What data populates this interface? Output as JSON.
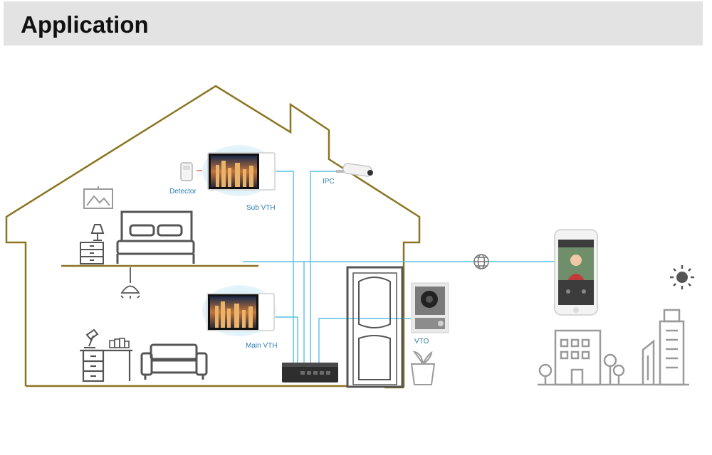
{
  "header": {
    "title": "Application"
  },
  "labels": {
    "detector": "Detector",
    "sub_vth": "Sub VTH",
    "ipc": "IPC",
    "main_vth": "Main VTH",
    "vto": "VTO"
  },
  "colors": {
    "house_outline": "#8a7420",
    "cable": "#58bfe0",
    "icon_gray": "#9a9a9a",
    "dark_gray": "#555555",
    "label_blue": "#2f7fb0",
    "header_bg": "#e3e3e3"
  },
  "icons": [
    "picture-frame-icon",
    "table-lamp-icon",
    "nightstand-icon",
    "bed-icon",
    "ceiling-lamp-icon",
    "desk-lamp-icon",
    "books-icon",
    "desk-icon",
    "sofa-icon",
    "door-icon",
    "plant-icon",
    "globe-icon",
    "smartphone-icon",
    "sun-icon",
    "office-building-icon",
    "skyscraper-icon",
    "tree-icon"
  ]
}
